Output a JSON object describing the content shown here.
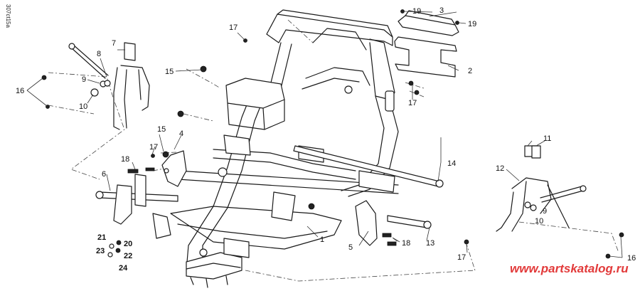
{
  "drawing_code": "307ct15a",
  "watermark": "www.partskatalog.ru",
  "callouts": {
    "c1": "1",
    "c2": "2",
    "c3": "3",
    "c4": "4",
    "c5": "5",
    "c6": "6",
    "c7": "7",
    "c8": "8",
    "c9": "9",
    "c10": "10",
    "c11": "11",
    "c12": "12",
    "c13": "13",
    "c14": "14",
    "c15": "15",
    "c16": "16",
    "c17": "17",
    "c18": "18",
    "c19": "19",
    "c20": "20",
    "c21": "21",
    "c22": "22",
    "c23": "23",
    "c24": "24"
  }
}
